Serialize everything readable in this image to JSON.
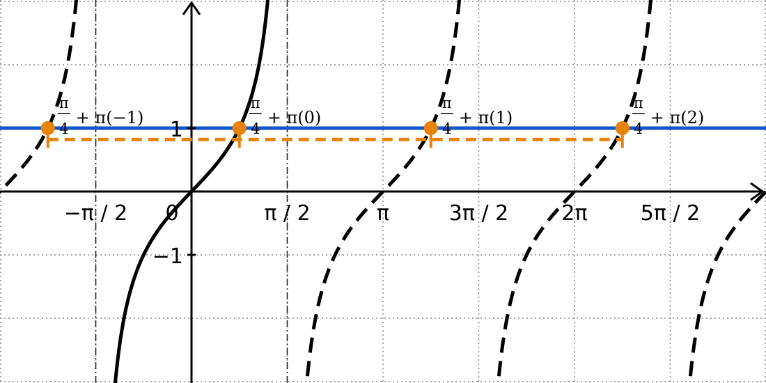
{
  "chart_data": {
    "type": "line",
    "title": "",
    "xlabel": "",
    "ylabel": "",
    "xlim": [
      -4.712,
      12.96
    ],
    "ylim": [
      -3.03,
      3.02
    ],
    "grid": true,
    "x_ticks": [
      {
        "value": -1.5708,
        "label": "−π / 2"
      },
      {
        "value": 0,
        "label": "0"
      },
      {
        "value": 1.5708,
        "label": "π / 2"
      },
      {
        "value": 3.1416,
        "label": "π"
      },
      {
        "value": 4.7124,
        "label": "3π / 2"
      },
      {
        "value": 6.2832,
        "label": "2π"
      },
      {
        "value": 7.854,
        "label": "5π / 2"
      }
    ],
    "y_ticks": [
      {
        "value": 1,
        "label": "1"
      },
      {
        "value": -1,
        "label": "−1"
      }
    ],
    "asymptotes_x": [
      -1.5708,
      1.5708
    ],
    "series": [
      {
        "style": "solid",
        "color": "#000000",
        "function": "tan(x)",
        "domain": [
          -1.5708,
          1.5708
        ]
      },
      {
        "style": "dashed",
        "color": "#000000",
        "function": "tan(x)",
        "domains": [
          [
            -4.712,
            -1.5708
          ],
          [
            1.5708,
            4.7124
          ],
          [
            4.7124,
            7.854
          ],
          [
            7.854,
            10.9956
          ]
        ]
      },
      {
        "style": "solid",
        "color": "#1155cc",
        "function": "y = 1",
        "domain": [
          -4.712,
          12.96
        ]
      }
    ],
    "points": {
      "color": "#e8830a",
      "x": [
        -2.3562,
        0.7854,
        3.927,
        7.0686
      ],
      "y": [
        1,
        1,
        1,
        1
      ]
    },
    "period_markers": {
      "color": "#e8830a",
      "x": [
        -2.3562,
        0.7854,
        3.927,
        7.0686
      ],
      "y": 0.6
    },
    "annotations": [
      {
        "x": -2.3562,
        "numerator": "π",
        "denominator": "4",
        "suffix": "+ π(−1)"
      },
      {
        "x": 0.7854,
        "numerator": "π",
        "denominator": "4",
        "suffix": "+ π(0)"
      },
      {
        "x": 3.927,
        "numerator": "π",
        "denominator": "4",
        "suffix": "+ π(1)"
      },
      {
        "x": 7.0686,
        "numerator": "π",
        "denominator": "4",
        "suffix": "+ π(2)"
      }
    ]
  }
}
